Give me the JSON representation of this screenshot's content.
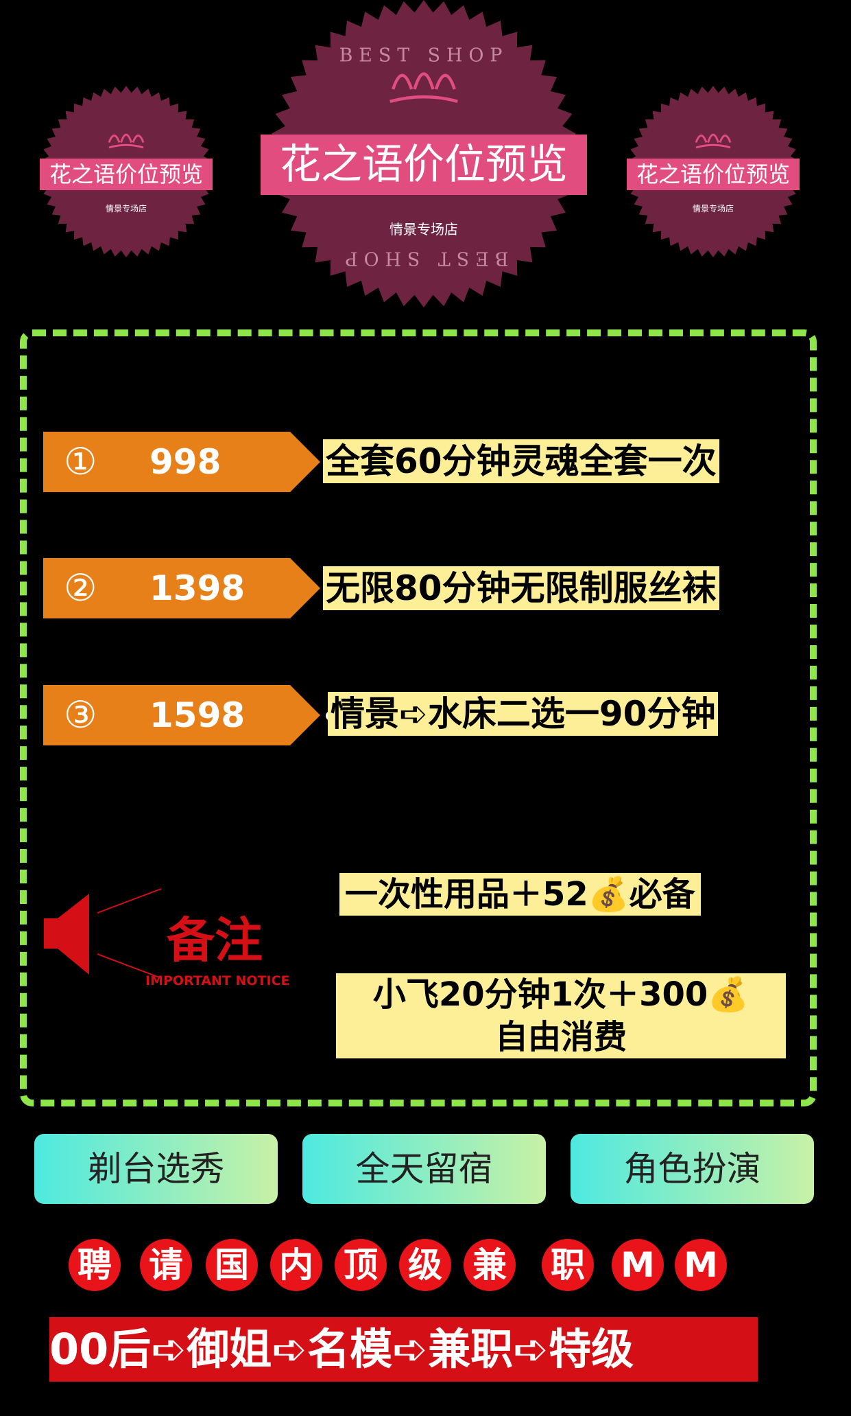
{
  "header": {
    "title": "花之语价位预览",
    "badge_arc_top": "BEST SHOP",
    "badge_arc_bottom": "BEST SHOP",
    "subtitle": "情景专场店"
  },
  "packages": [
    {
      "num": "①",
      "price": "998",
      "desc": "全套60分钟灵魂全套一次"
    },
    {
      "num": "②",
      "price": "1398",
      "desc": "无限80分钟无限制服丝袜"
    },
    {
      "num": "③",
      "price": "1598",
      "desc": "情景➪水床二选一90分钟"
    }
  ],
  "notice": {
    "title": "备注",
    "subtitle": "IMPORTANT NOTICE",
    "items": [
      "一次性用品＋52💰必备",
      "小飞20分钟1次＋300💰",
      "自由消费"
    ]
  },
  "buttons": [
    "剃台选秀",
    "全天留宿",
    "角色扮演"
  ],
  "recruit": [
    "聘",
    "请",
    "国",
    "内",
    "顶",
    "级",
    "兼",
    "职",
    "M",
    "M"
  ],
  "banner": "00后➪御姐➪名模➪兼职➪特级",
  "colors": {
    "frame": "#8ee64a",
    "tag": "#e8801a",
    "desc_bg": "#fdee98",
    "badge": "#6e2440",
    "ribbon": "#e24d7f",
    "red": "#e8141a"
  }
}
